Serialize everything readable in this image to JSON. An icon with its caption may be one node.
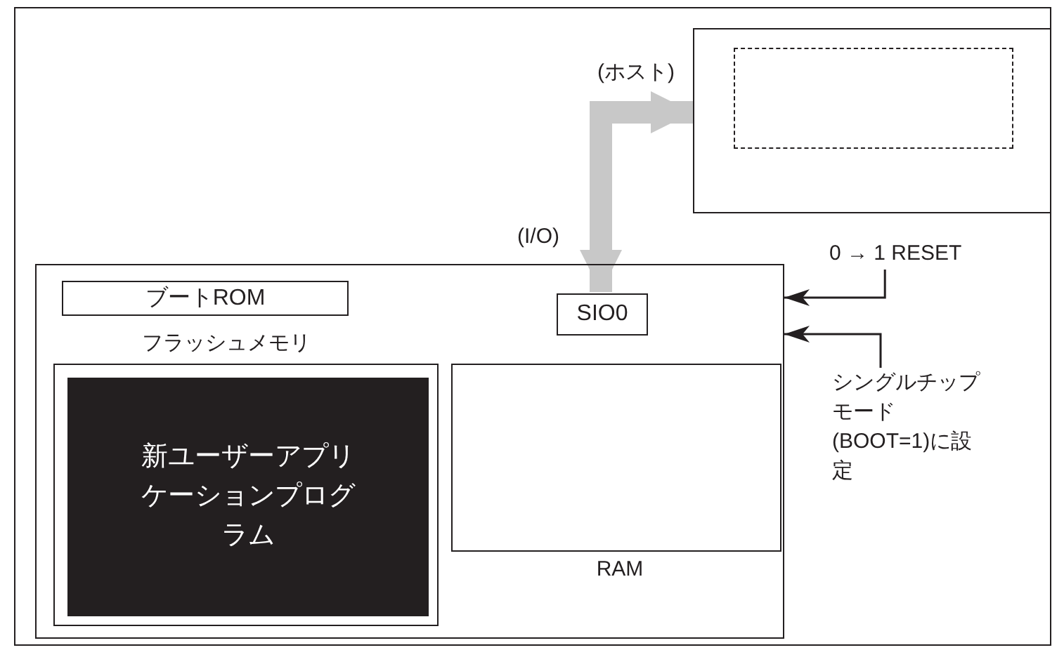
{
  "diagram": {
    "nodes": [
      {
        "text": [],
        "shape": "box",
        "beside": [
          "(ホスト)"
        ]
      },
      {
        "text": [],
        "shape": "box",
        "in": 0
      },
      {
        "text": [],
        "shape": "box"
      },
      {
        "text": [
          "ブートROM"
        ],
        "in": 2
      },
      {
        "text": [
          "SIO0"
        ],
        "in": 2,
        "beside": [
          "(I/O)"
        ]
      },
      {
        "text": [
          "フラッシュメモリ"
        ],
        "in": 2
      },
      {
        "text": [
          "新ユーザーアプリケーションプログラム"
        ],
        "in": 5
      },
      {
        "text": [
          "RAM"
        ],
        "in": 2
      },
      {
        "text": [
          "0 → 1 RESET"
        ]
      },
      {
        "text": [
          "シングルチップモード(BOOT=1)に設定"
        ]
      }
    ],
    "edges": [
      {
        "from": 4,
        "to": 0,
        "arrow": "both",
        "style": "thick",
        "color": "#c8c8c8"
      },
      {
        "from": 8,
        "to": 2,
        "arrow": "to"
      },
      {
        "from": 9,
        "to": 2,
        "arrow": "to"
      }
    ]
  }
}
